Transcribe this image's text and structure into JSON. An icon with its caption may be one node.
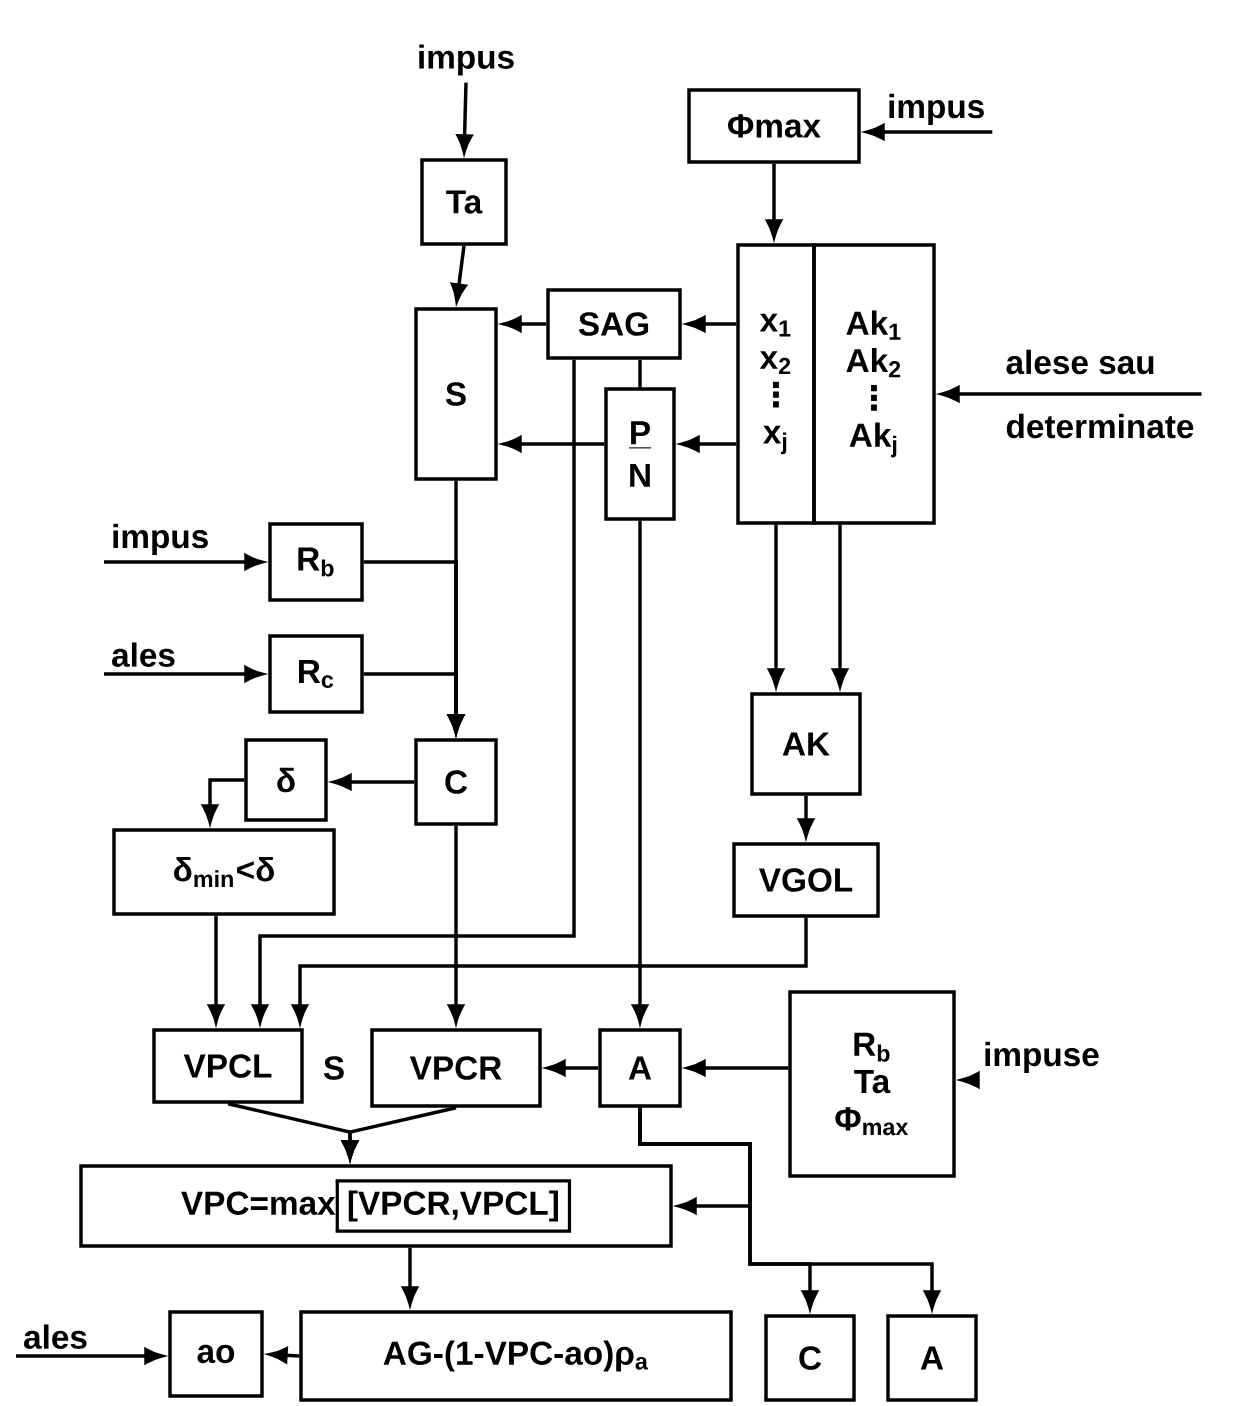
{
  "diagram": {
    "nodes": [
      {
        "text": [
          "impus"
        ]
      },
      {
        "text": [
          "Ta"
        ]
      },
      {
        "text": [
          "Φmax"
        ]
      },
      {
        "text": [
          "impus"
        ]
      },
      {
        "text": [
          "S"
        ]
      },
      {
        "text": [
          "SAG"
        ]
      },
      {
        "text": [
          "P",
          "N"
        ]
      },
      {
        "text": [
          "x$_{1}$",
          "x$_{2}$",
          "⋮",
          "x$_{j}$"
        ]
      },
      {
        "text": [
          "Ak$_{1}$",
          "Ak$_{2}$",
          "⋮",
          "Ak$_{j}$"
        ]
      },
      {
        "text": [
          "alese sau",
          "determinate"
        ]
      },
      {
        "text": [
          "impus"
        ]
      },
      {
        "text": [
          "R$_{b}$"
        ]
      },
      {
        "text": [
          "ales"
        ]
      },
      {
        "text": [
          "R$_{c}$"
        ]
      },
      {
        "text": [
          "δ"
        ]
      },
      {
        "text": [
          "C"
        ]
      },
      {
        "text": [
          "δ$_{min}$<δ"
        ]
      },
      {
        "text": [
          "AK"
        ]
      },
      {
        "text": [
          "VGOL"
        ]
      },
      {
        "text": [
          "VPCL"
        ]
      },
      {
        "text": [
          "VPCR"
        ]
      },
      {
        "text": [
          "A"
        ]
      },
      {
        "text": [
          "R$_{b}$",
          "Ta",
          "Φ$_{max}$"
        ]
      },
      {
        "text": [
          "impuse"
        ]
      },
      {
        "text": [
          "VPC=max",
          "[VPCR,VPCL]"
        ]
      },
      {
        "text": [
          "ales"
        ]
      },
      {
        "text": [
          "ao"
        ]
      },
      {
        "text": [
          "AG-(1-VPC-ao)ρ$_{a}$"
        ]
      },
      {
        "text": [
          "C"
        ]
      },
      {
        "text": [
          "A"
        ]
      }
    ],
    "edges": [
      {
        "from": 0,
        "to": 1,
        "arrow": "to"
      },
      {
        "from": 1,
        "to": 4,
        "arrow": "to"
      },
      {
        "from": 3,
        "to": 2,
        "arrow": "to"
      },
      {
        "from": 2,
        "to": 7,
        "arrow": "to"
      },
      {
        "from": 7,
        "to": 5,
        "arrow": "to"
      },
      {
        "from": 5,
        "to": 4,
        "arrow": "to"
      },
      {
        "from": 5,
        "to": 6,
        "arrow": "none"
      },
      {
        "from": 7,
        "to": 6,
        "arrow": "to"
      },
      {
        "from": 6,
        "to": 4,
        "arrow": "to"
      },
      {
        "from": 5,
        "to": 19,
        "arrow": "to"
      },
      {
        "from": 16,
        "to": 19,
        "arrow": "to"
      },
      {
        "from": 18,
        "to": 19,
        "arrow": "to"
      },
      {
        "from": 15,
        "to": 20,
        "arrow": "to"
      },
      {
        "from": 6,
        "to": 21,
        "arrow": "to"
      },
      {
        "from": 22,
        "to": 21,
        "arrow": "to"
      },
      {
        "from": 23,
        "to": 22,
        "arrow": "to"
      },
      {
        "from": 21,
        "to": 20,
        "arrow": "to"
      },
      {
        "from": 19,
        "to": 24,
        "arrow": "to"
      },
      {
        "from": 20,
        "to": 24,
        "arrow": "to"
      },
      {
        "from": 21,
        "to": 24,
        "arrow": "to"
      },
      {
        "from": 21,
        "to": 28,
        "arrow": "to"
      },
      {
        "from": 21,
        "to": 29,
        "arrow": "to"
      },
      {
        "from": 24,
        "to": 27,
        "arrow": "to"
      },
      {
        "from": 27,
        "to": 26,
        "arrow": "to"
      },
      {
        "from": 25,
        "to": 26,
        "arrow": "to"
      },
      {
        "from": 4,
        "to": 15,
        "arrow": "to"
      },
      {
        "from": 11,
        "to": 15,
        "arrow": "to"
      },
      {
        "from": 13,
        "to": 15,
        "arrow": "to"
      },
      {
        "from": 10,
        "to": 11,
        "arrow": "to"
      },
      {
        "from": 12,
        "to": 13,
        "arrow": "to"
      },
      {
        "from": 15,
        "to": 14,
        "arrow": "to"
      },
      {
        "from": 14,
        "to": 16,
        "arrow": "to"
      },
      {
        "from": 7,
        "to": 17,
        "arrow": "to"
      },
      {
        "from": 8,
        "to": 17,
        "arrow": "to"
      },
      {
        "from": 17,
        "to": 18,
        "arrow": "to"
      },
      {
        "from": 9,
        "to": 8,
        "arrow": "to"
      }
    ],
    "labels": [
      "S"
    ]
  }
}
